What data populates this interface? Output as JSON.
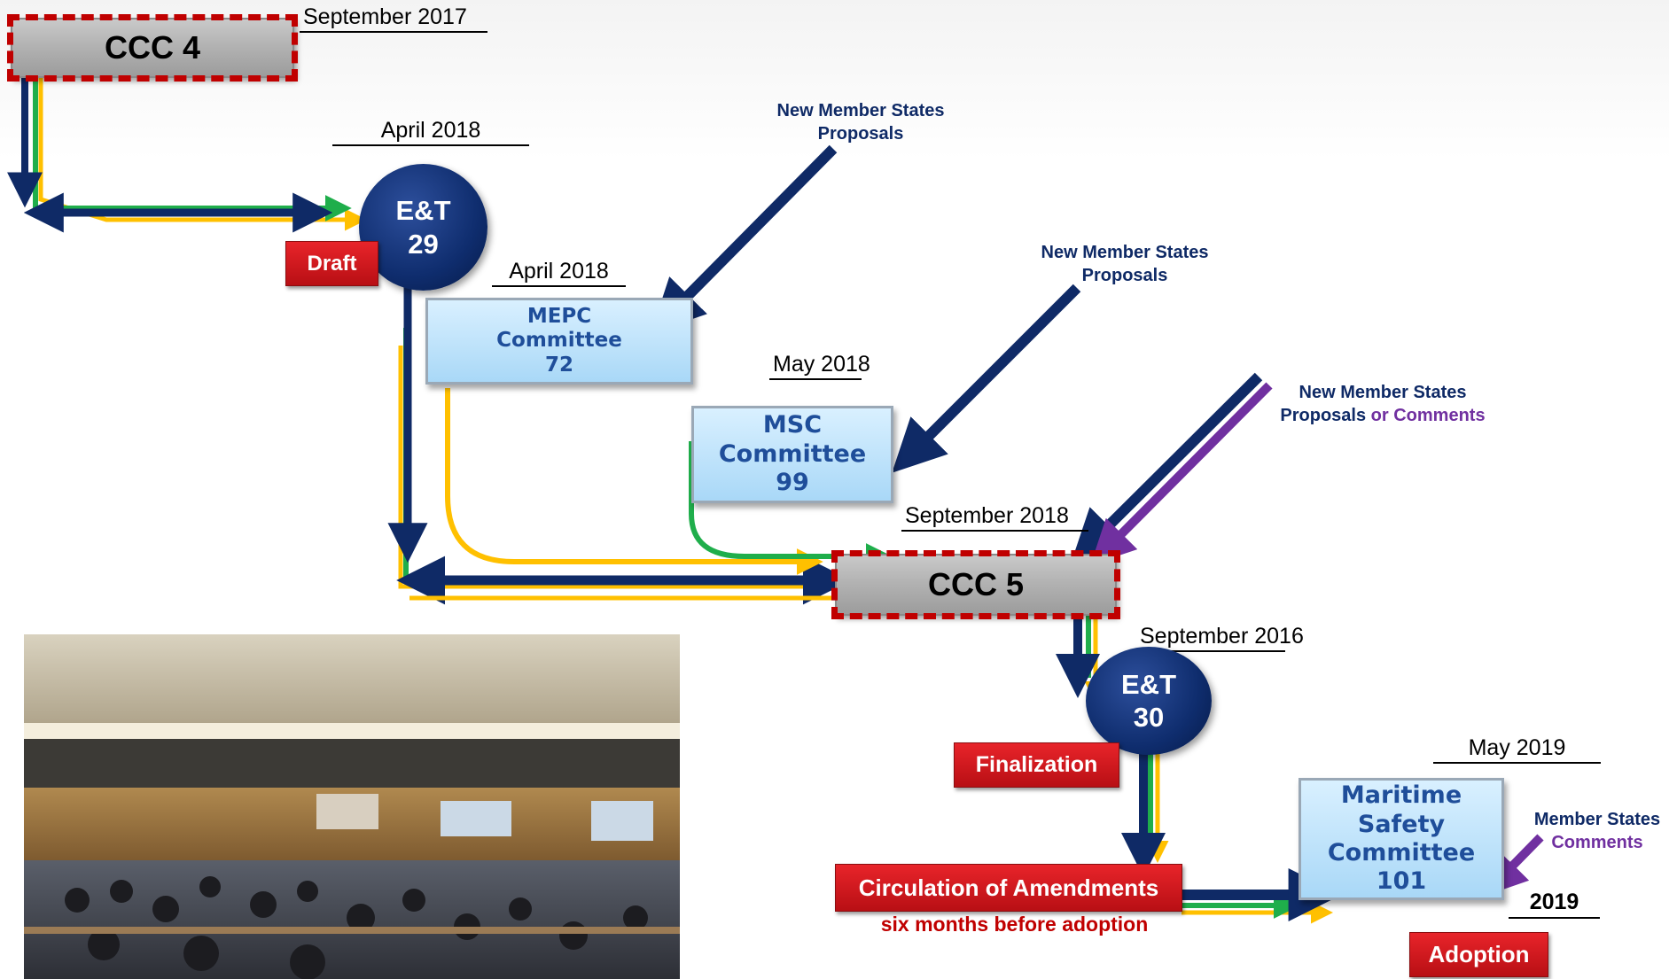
{
  "colors": {
    "navy": "#0f2a66",
    "green": "#1fae4b",
    "yellow": "#ffc000",
    "purple": "#7030a0",
    "red": "#c00000",
    "committee_text": "#1f4e9a"
  },
  "meetings": {
    "ccc4": {
      "label": "CCC 4",
      "date": "September 2017"
    },
    "et29": {
      "line1": "E&T",
      "line2": "29",
      "date": "April 2018",
      "tag": "Draft"
    },
    "mepc": {
      "line1": "MEPC",
      "line2": "Committee",
      "line3": "72",
      "date": "April 2018"
    },
    "msc99": {
      "line1": "MSC",
      "line2": "Committee",
      "line3": "99",
      "date": "May 2018"
    },
    "ccc5": {
      "label": "CCC 5",
      "date": "September 2018"
    },
    "et30": {
      "line1": "E&T",
      "line2": "30",
      "date": "September 2016",
      "tag": "Finalization"
    },
    "msc101": {
      "line1": "Maritime",
      "line2": "Safety",
      "line3": "Committee",
      "line4": "101",
      "date": "May 2019",
      "year": "2019",
      "tag": "Adoption"
    }
  },
  "notes": {
    "proposals1": {
      "line1": "New Member States",
      "line2": "Proposals"
    },
    "proposals2": {
      "line1": "New Member States",
      "line2": "Proposals"
    },
    "proposals3": {
      "line1": "New Member States",
      "line2a": "Proposals",
      "line2b": " or Comments"
    },
    "comments": {
      "line1": "Member States",
      "line2": "Comments"
    }
  },
  "circulation": {
    "title": "Circulation of Amendments",
    "subtitle": "six months before adoption"
  }
}
